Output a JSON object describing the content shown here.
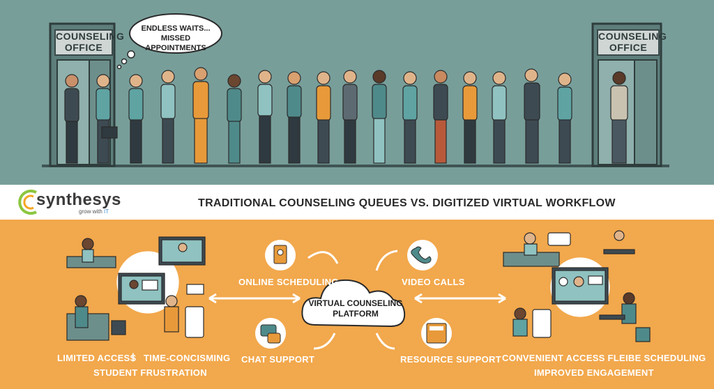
{
  "top_scene": {
    "left_door_sign": "COUNSELING\nOFFICE",
    "right_door_sign": "COUNSELING\nOFFICE",
    "thought_bubble": "ENDLESS WAITS...\nMISSED APPOINTMENTS"
  },
  "header": {
    "logo_name": "synthesys",
    "logo_tagline_prefix": "grow with ",
    "logo_tagline_it": "IT",
    "title": "TRADITIONAL COUNSELING QUEUES VS. DIGITIZED VIRTUAL WORKFLOW"
  },
  "bottom_scene": {
    "cloud_label": "VIRTUAL COUNSELING\nPLATFORM",
    "features": {
      "online_scheduling": "ONLINE SCHEDULING",
      "video_calls": "VIDEO CALLS",
      "chat_support": "CHAT SUPPORT",
      "resource_support": "RESOURCE SUPPORT"
    },
    "left_captions": {
      "limited_access": "LIMITED ACCESS",
      "time_concisming": "TIME-CONCISMING",
      "student_frustration": "STUDENT FRUSTRATION"
    },
    "right_captions": {
      "line1": "CONVENIENT ACCESS FLEIBE SCHEDULING",
      "line2": "IMPROVED ENGAGEMENT"
    }
  },
  "colors": {
    "top_bg": "#789e9a",
    "bottom_bg": "#f2a84c",
    "band_bg": "#ffffff",
    "accent_teal": "#4f8a8a",
    "accent_orange": "#e89a3a"
  }
}
